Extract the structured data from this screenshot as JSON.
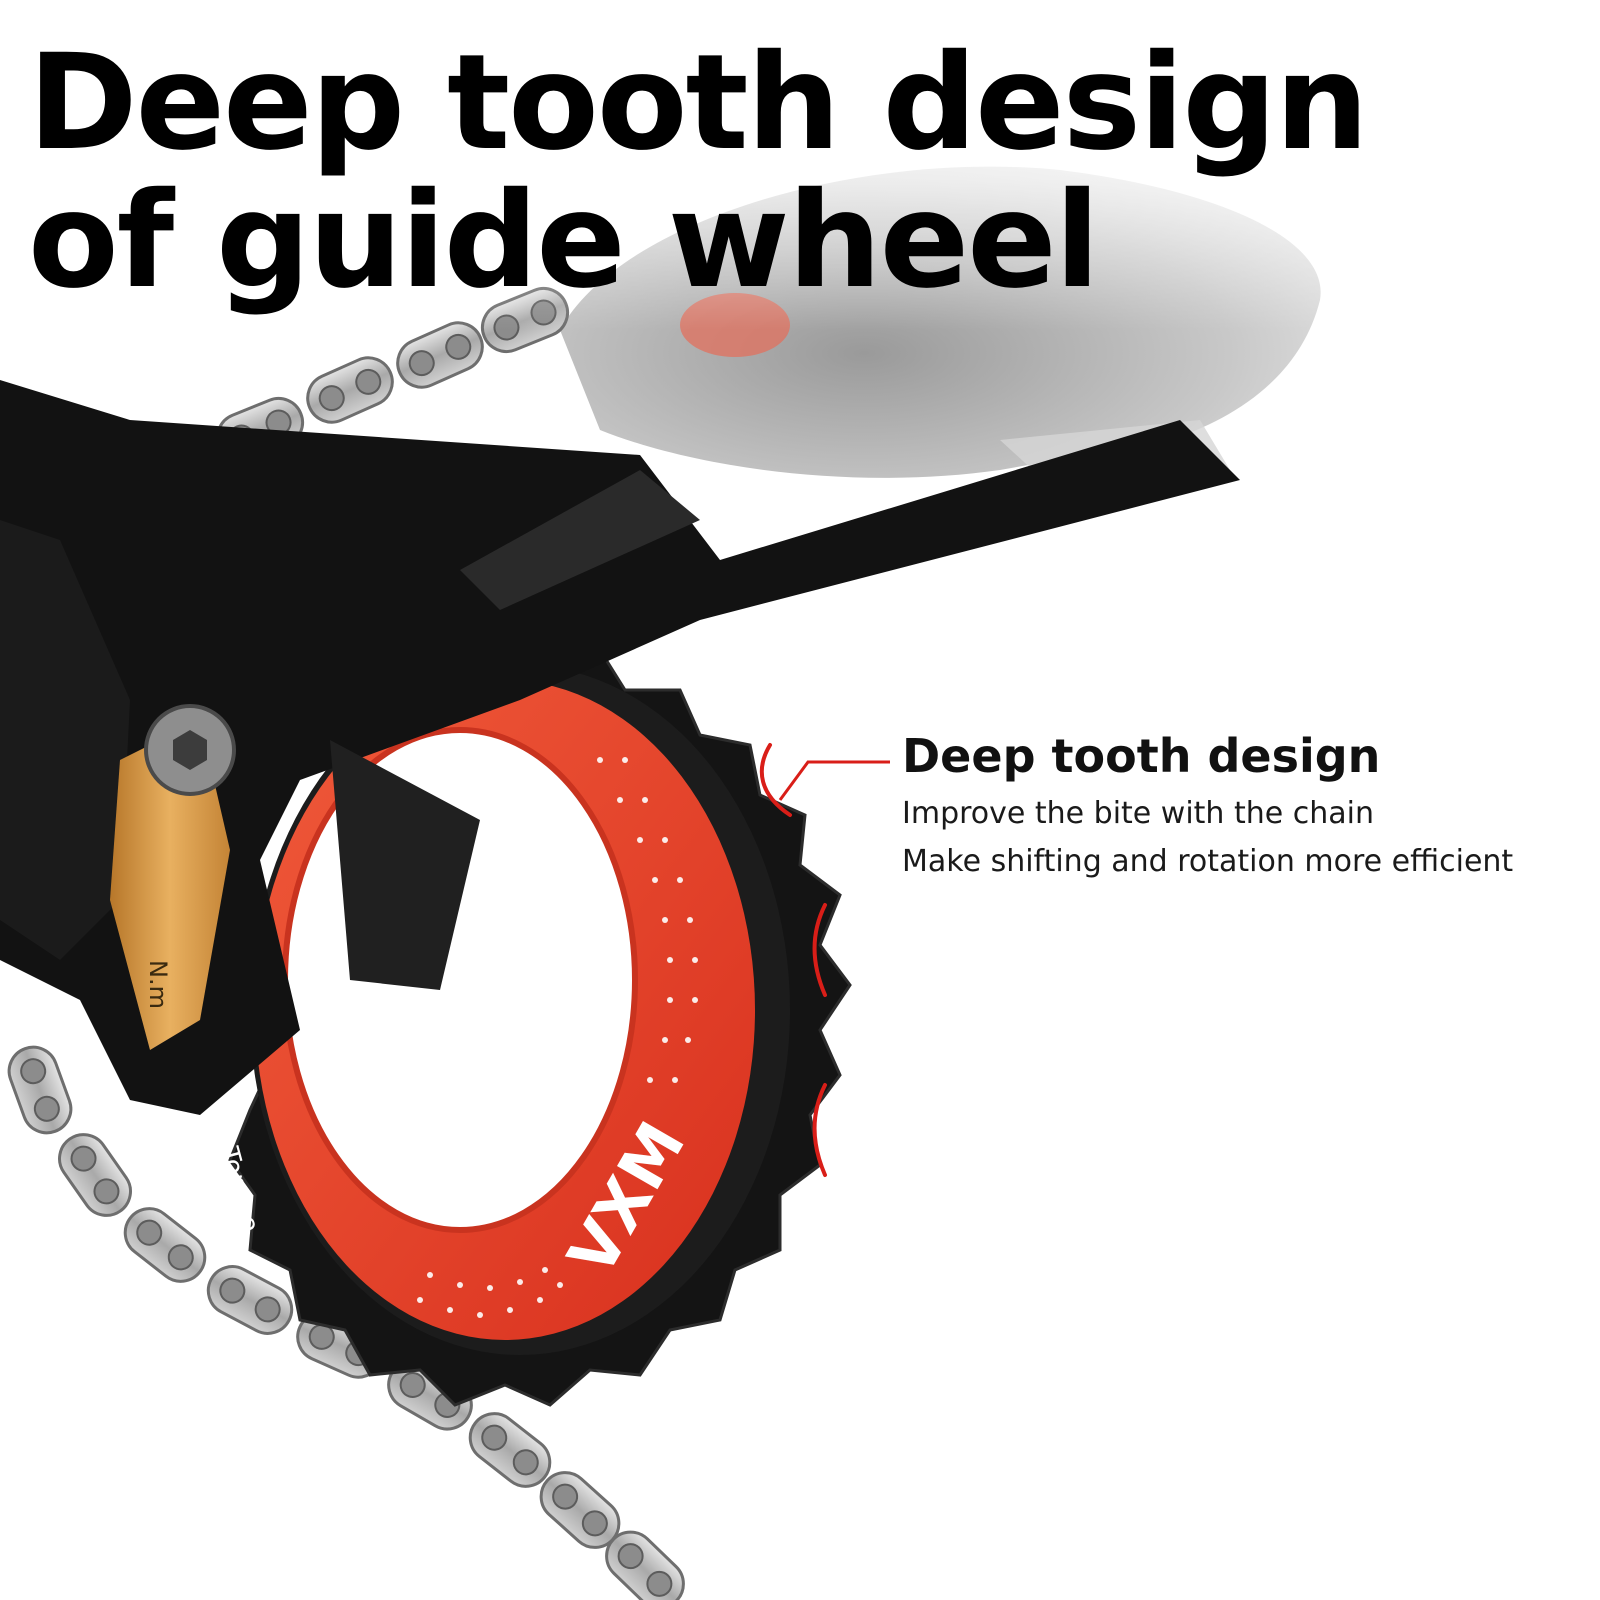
{
  "headline": {
    "line1": "Deep tooth design",
    "line2": "of guide wheel"
  },
  "callout": {
    "title": "Deep tooth design",
    "lines": [
      "Improve the bite with the chain",
      "Make shifting and rotation more efficient"
    ]
  },
  "product": {
    "brand_mark": "VXM",
    "ring_text": "Torque",
    "torque_text": "N.m"
  },
  "colors": {
    "background": "#ffffff",
    "headline": "#000000",
    "accent_red": "#d91e18",
    "ring_red": "#e2402a",
    "cage_black": "#121212",
    "bolt_gold": "#d89a3c",
    "chain_silver": "#b9b9b9"
  },
  "icons": [
    "hex-bolt-icon",
    "callout-leader-icon"
  ]
}
